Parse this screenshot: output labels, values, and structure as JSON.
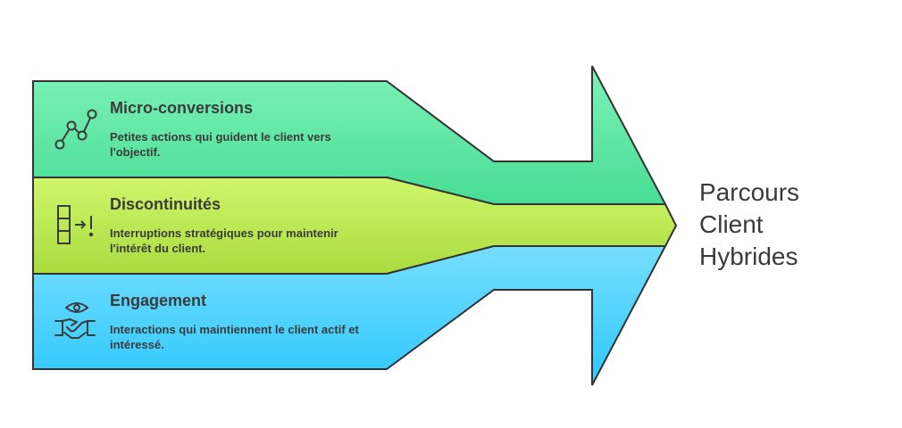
{
  "bands": [
    {
      "title": "Micro-conversions",
      "description": "Petites actions qui guident le client vers l'objectif.",
      "icon": "line-chart-nodes-icon",
      "color": "#5cdc9a"
    },
    {
      "title": "Discontinuités",
      "description": "Interruptions stratégiques pour maintenir l'intérêt du client.",
      "icon": "blocks-arrow-exclamation-icon",
      "color": "#bfe85a"
    },
    {
      "title": "Engagement",
      "description": "Interactions qui maintiennent le client actif et intéressé.",
      "icon": "eye-handshake-icon",
      "color": "#3cccfa"
    }
  ],
  "result": {
    "line1": "Parcours",
    "line2": "Client",
    "line3": "Hybrides"
  }
}
